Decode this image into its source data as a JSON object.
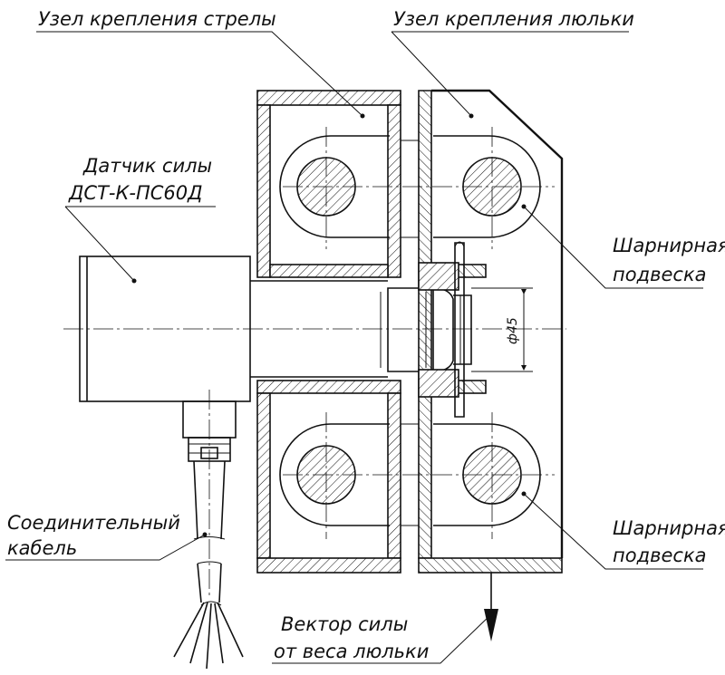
{
  "labels": {
    "boom_mount": "Узел крепления стрелы",
    "cradle_mount": "Узел крепления люльки",
    "sensor_line1": "Датчик силы",
    "sensor_line2": "ДСТ-К-ПС60Д",
    "hinge_top_line1": "Шарнирная",
    "hinge_top_line2": "подвеска",
    "hinge_bottom_line1": "Шарнирная",
    "hinge_bottom_line2": "подвеска",
    "cable_line1": "Соединительный",
    "cable_line2": "кабель",
    "force_line1": "Вектор силы",
    "force_line2": "от веса люльки",
    "diameter": "ф45"
  }
}
